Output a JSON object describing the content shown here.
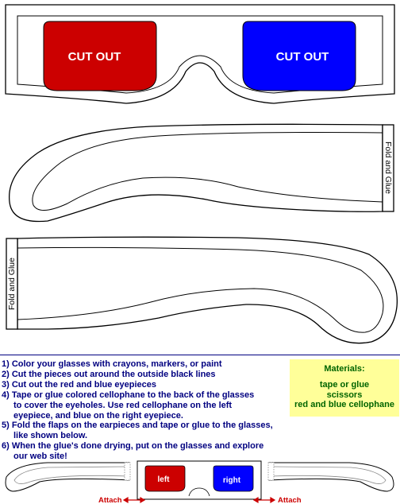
{
  "template": {
    "left_lens_label": "CUT OUT",
    "right_lens_label": "CUT OUT",
    "right_earpiece_fold_label": "Fold and Glue",
    "left_earpiece_fold_label": "Fold and Glue"
  },
  "instructions": {
    "steps": [
      "1) Color your glasses with crayons, markers, or paint",
      "2) Cut the pieces out around the outside black lines",
      "3) Cut out the red and blue eyepieces",
      "4) Tape or glue colored cellophane to the back of the glasses",
      "to cover the eyeholes. Use red cellophane on the left",
      "eyepiece, and blue on the right eyepiece.",
      "5) Fold the flaps on the earpieces and tape or glue to the glasses,",
      "like shown below.",
      "6) When the glue's done drying, put on the glasses and explore",
      "our web site!"
    ]
  },
  "materials": {
    "title": "Materials:",
    "items": [
      "tape or glue",
      "scissors",
      "red and blue cellophane"
    ]
  },
  "diagram": {
    "left_label": "left",
    "right_label": "right",
    "attach_left": "Attach",
    "attach_right": "Attach"
  },
  "colors": {
    "red_lens": "#cc0000",
    "blue_lens": "#0000ff",
    "instructions_text": "#000080",
    "materials_bg": "#ffff99",
    "materials_text": "#006400",
    "attach_text": "#cc0000"
  }
}
